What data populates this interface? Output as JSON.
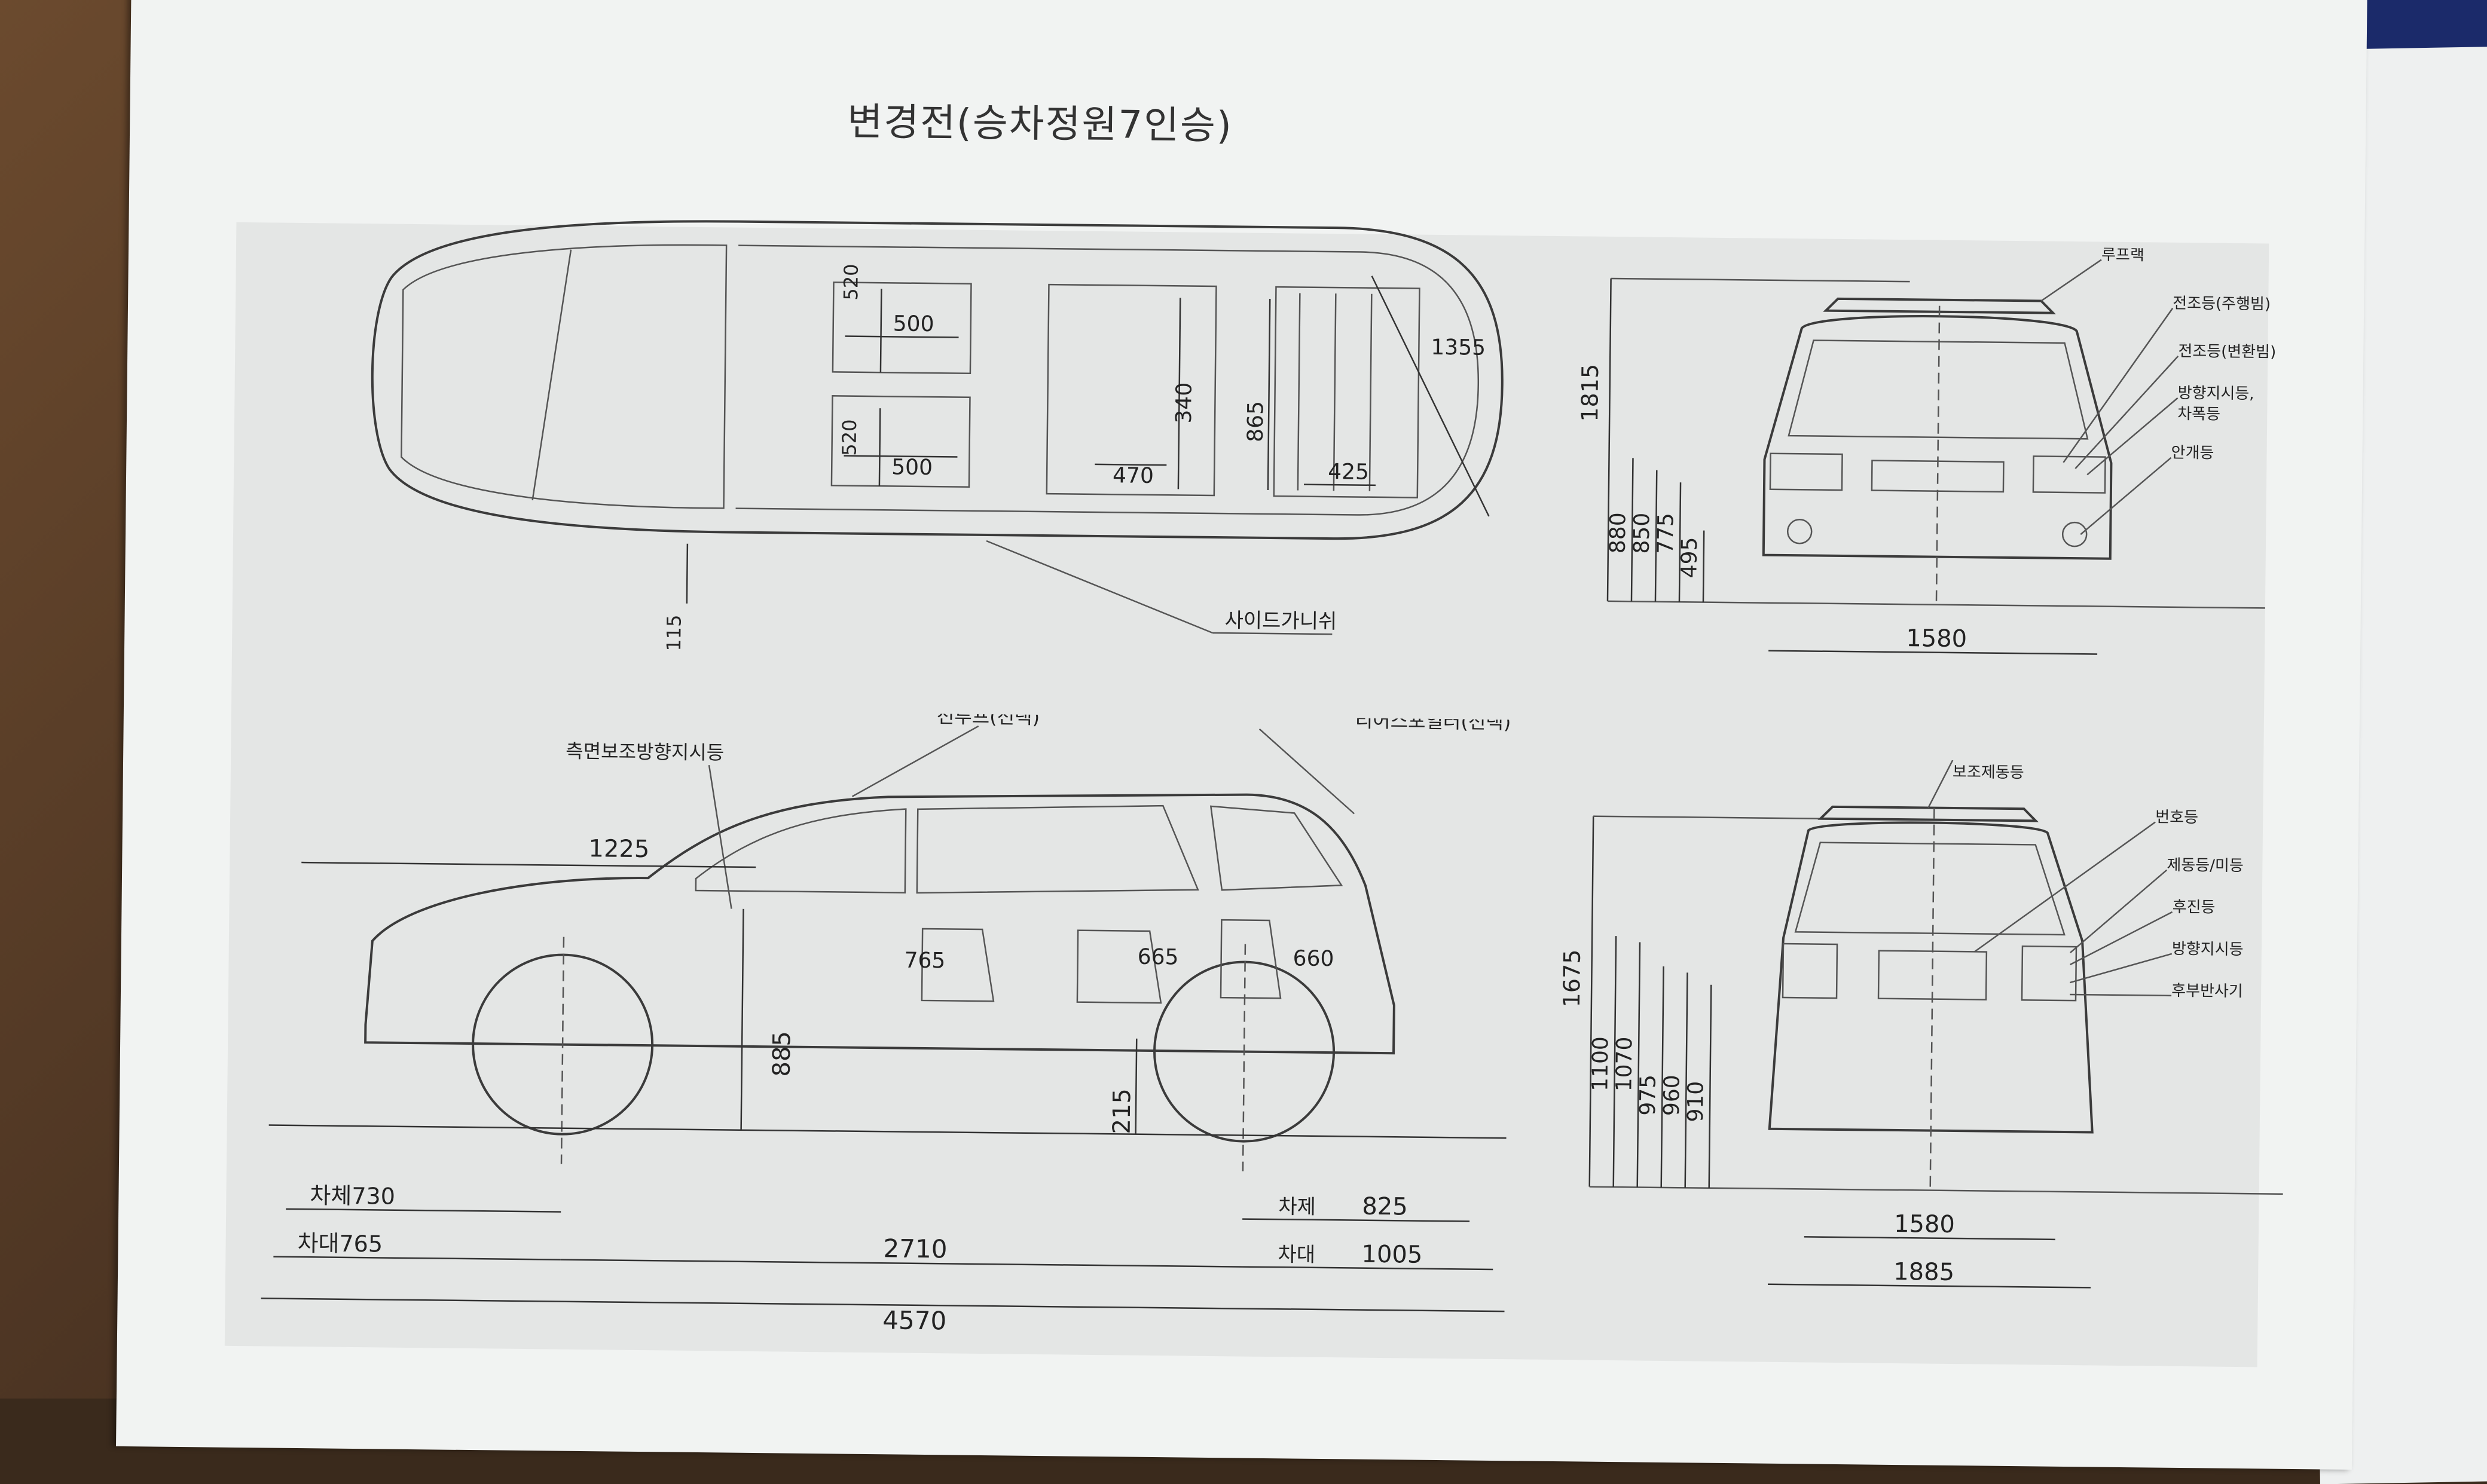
{
  "title": "변경전(승차정원7인승)",
  "top_view": {
    "seat_w_front": "500",
    "seat_w_front2": "500",
    "seat_depth_front": "520",
    "seat_depth_front2": "520",
    "second_row": "340",
    "second_row_w": "470",
    "third_row": "865",
    "third_row_w": "425",
    "rear_width": "1355",
    "side_clearance": "115",
    "side_garnish": "사이드가니쉬"
  },
  "front_view": {
    "total_height": "1815",
    "h1": "880",
    "h2": "850",
    "h3": "775",
    "h4": "495",
    "track": "1580",
    "labels": [
      "루프랙",
      "전조등(주행빔)",
      "전조등(변환빔)",
      "방향지시등,",
      "차폭등",
      "안개등"
    ]
  },
  "side_view": {
    "sunroof": "선루프(선택)",
    "rear_spoiler": "리어스포일러(선택)",
    "side_turn": "측면보조방향지시등",
    "front_len": "1225",
    "seat1": "765",
    "seat2": "665",
    "seat3": "660",
    "hip_height": "885",
    "ground_clear": "215",
    "front_oh_body": "차체730",
    "front_oh_bumper": "차대765",
    "wheelbase": "2710",
    "overall_len": "4570",
    "rear_oh_body_label": "차제",
    "rear_oh_body": "825",
    "rear_oh_bumper_label": "차대",
    "rear_oh_bumper": "1005"
  },
  "rear_view": {
    "total_height": "1675",
    "h1": "1100",
    "h2": "1070",
    "h3": "975",
    "h4": "960",
    "h5": "910",
    "track": "1580",
    "width": "1885",
    "labels": [
      "보조제동등",
      "번호등",
      "제동등/미등",
      "후진등",
      "방향지시등",
      "후부반사기"
    ]
  }
}
